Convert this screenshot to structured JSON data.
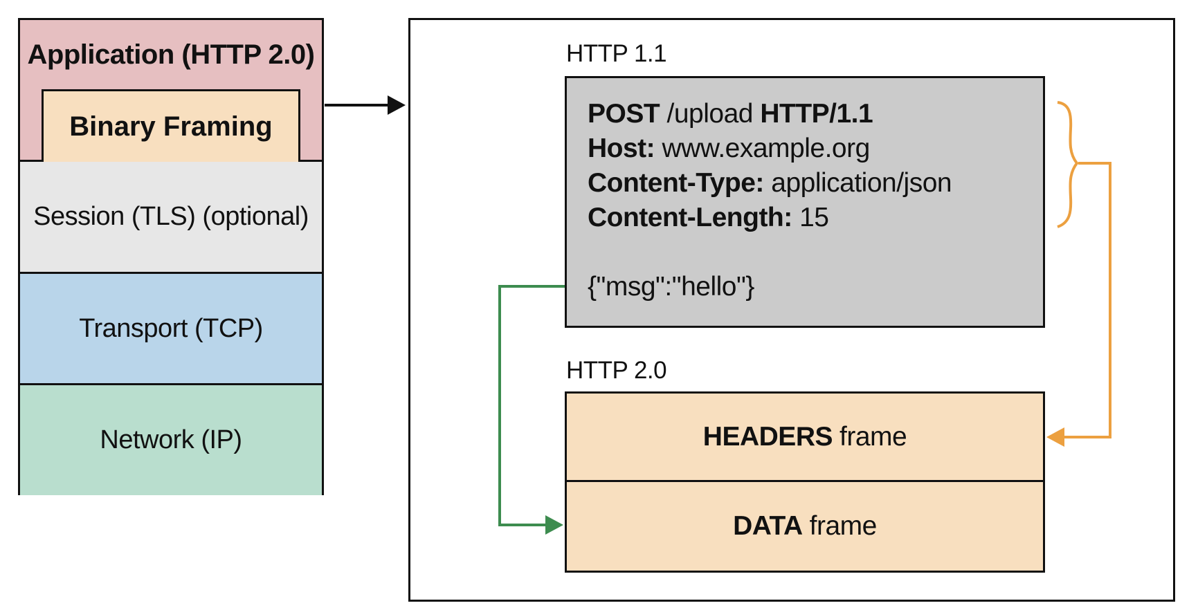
{
  "layers": {
    "application": "Application (HTTP 2.0)",
    "binary_framing": "Binary Framing",
    "session": "Session (TLS) (optional)",
    "transport": "Transport (TCP)",
    "network": "Network (IP)"
  },
  "http11": {
    "label": "HTTP 1.1",
    "request": {
      "method": "POST",
      "path": "/upload",
      "version": "HTTP/1.1",
      "host_key": "Host:",
      "host_value": "www.example.org",
      "ctype_key": "Content-Type:",
      "ctype_value": "application/json",
      "clen_key": "Content-Length:",
      "clen_value": "15",
      "body": "{\"msg\":\"hello\"}"
    }
  },
  "http2": {
    "label": "HTTP 2.0",
    "headers_frame_bold": "HEADERS",
    "headers_frame_rest": "frame",
    "data_frame_bold": "DATA",
    "data_frame_rest": "frame"
  },
  "colors": {
    "application": "#e6bfc1",
    "binary_framing": "#f8dfbf",
    "session": "#e7e7e7",
    "transport": "#b9d5ea",
    "network": "#b9dece",
    "http11_box": "#cbcbcb",
    "frames": "#f8dfbf",
    "headers_arrow": "#eca040",
    "data_arrow": "#3d8c4f"
  }
}
